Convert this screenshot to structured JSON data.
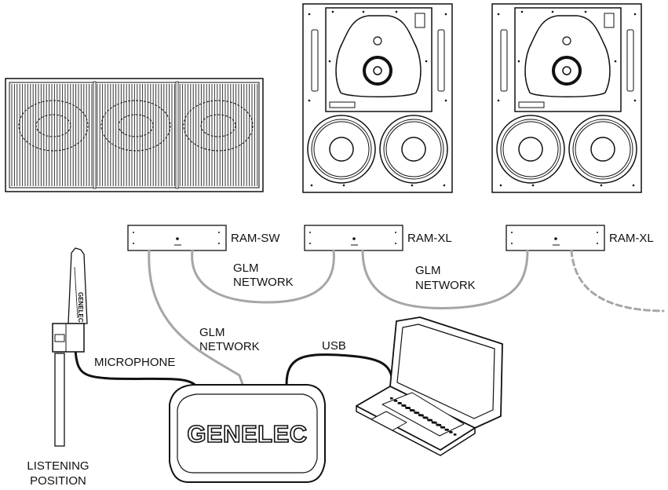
{
  "labels": {
    "ram_sw": "RAM-SW",
    "ram_xl_1": "RAM-XL",
    "ram_xl_2": "RAM-XL",
    "glm_network_1_line1": "GLM",
    "glm_network_1_line2": "NETWORK",
    "glm_network_2_line1": "GLM",
    "glm_network_2_line2": "NETWORK",
    "glm_network_3_line1": "GLM",
    "glm_network_3_line2": "NETWORK",
    "usb": "USB",
    "microphone": "MICROPHONE",
    "listening_line1": "LISTENING",
    "listening_line2": "POSITION",
    "brand": "GENELEC",
    "mic_brand": "GENELEC"
  },
  "colors": {
    "line": "#111111",
    "glm_cable": "#a6a6a6",
    "cable_dark": "#111111"
  }
}
